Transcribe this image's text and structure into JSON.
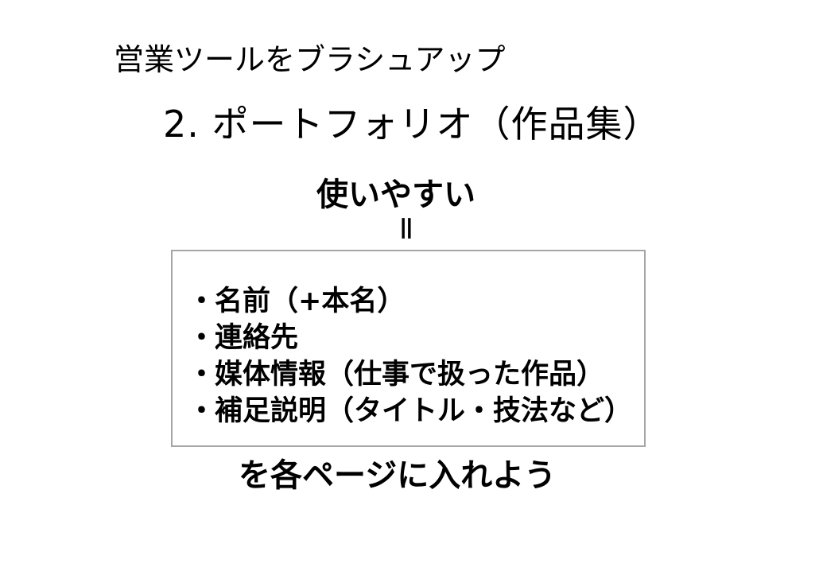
{
  "slide": {
    "subtitle": "営業ツールをブラシュアップ",
    "title": "2. ポートフォリオ（作品集）",
    "lead": "使いやすい",
    "equals": "＝",
    "bullet_symbol": "・",
    "items": [
      "名前（+本名）",
      "連絡先",
      "媒体情報（仕事で扱った作品）",
      "補足説明（タイトル・技法など）"
    ],
    "closing": "を各ページに入れよう"
  }
}
